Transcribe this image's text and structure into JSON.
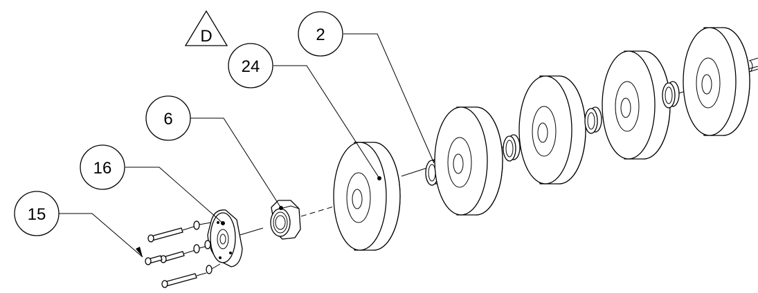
{
  "revision": {
    "label": "D"
  },
  "callouts": [
    {
      "id": "callout-2",
      "label": "2"
    },
    {
      "id": "callout-24",
      "label": "24"
    },
    {
      "id": "callout-6",
      "label": "6"
    },
    {
      "id": "callout-16",
      "label": "16"
    },
    {
      "id": "callout-15",
      "label": "15"
    }
  ]
}
